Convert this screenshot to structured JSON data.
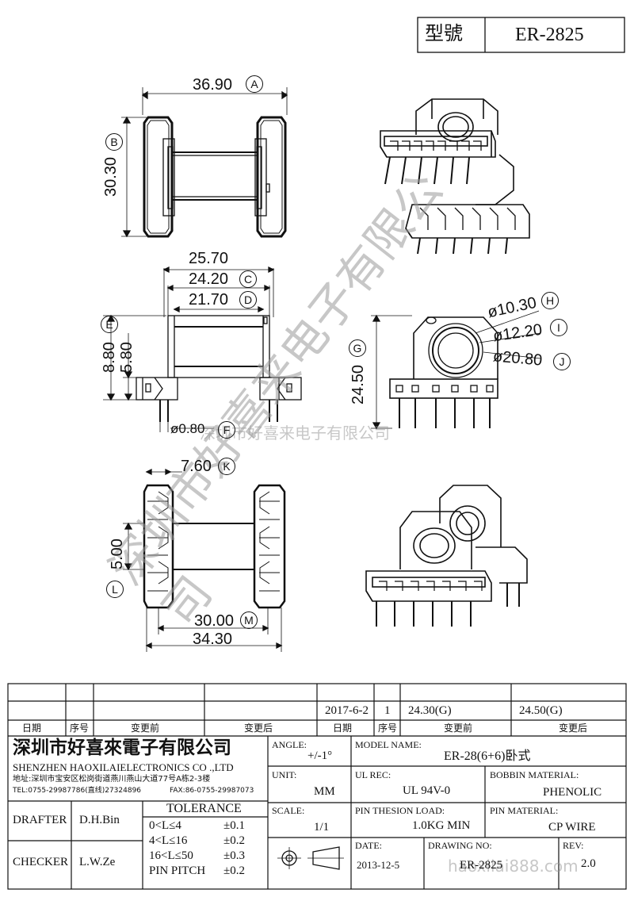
{
  "title_block": {
    "model_label": "型號",
    "model_value": "ER-2825"
  },
  "dimensions": {
    "A": "36.90",
    "B": "30.30",
    "C": "24.20",
    "D": "21.70",
    "E": "8.80",
    "E2": "5.80",
    "F": "ø0.80",
    "G": "24.50",
    "H": "ø10.30",
    "I": "ø12.20",
    "J": "ø20.80",
    "K": "7.60",
    "L": "5.00",
    "M": "30.00",
    "top_width": "25.70",
    "bottom_width": "34.30"
  },
  "letters": {
    "A": "A",
    "B": "B",
    "C": "C",
    "D": "D",
    "E": "E",
    "F": "F",
    "G": "G",
    "H": "H",
    "I": "I",
    "J": "J",
    "K": "K",
    "L": "L",
    "M": "M"
  },
  "watermark": {
    "diagonal": "深圳市好喜来电子有限公司",
    "horizontal": "深圳市好喜来电子有限公司",
    "url": "haoxilai888.com"
  },
  "revision": {
    "date": "2017-6-2",
    "seq": "1",
    "before_left": "24.30(G)",
    "after_left": "24.50(G)",
    "hdr_date": "日期",
    "hdr_seq": "序号",
    "hdr_before": "变更前",
    "hdr_after": "变更后"
  },
  "company": {
    "name_cn": "深圳市好喜來電子有限公司",
    "name_en": "SHENZHEN HAOXILAIELECTRONICS CO .,LTD",
    "address": "地址:深圳市宝安区松岗街道燕川燕山大道77号A栋2-3楼",
    "tel": "TEL:0755-29987786(直线)27324896",
    "fax": "FAX:86-0755-29987073"
  },
  "fields": {
    "angle_label": "ANGLE:",
    "angle_value": "+/-1°",
    "model_name_label": "MODEL NAME:",
    "model_name_value": "ER-28(6+6)卧式",
    "unit_label": "UNIT:",
    "unit_value": "MM",
    "ul_label": "UL REC:",
    "ul_value": "UL 94V-0",
    "bobbin_label": "BOBBIN MATERIAL:",
    "bobbin_value": "PHENOLIC",
    "scale_label": "SCALE:",
    "scale_value": "1/1",
    "load_label": "PIN THESION LOAD:",
    "load_value": "1.0KG MIN",
    "pin_mat_label": "PIN MATERIAL:",
    "pin_mat_value": "CP  WIRE",
    "date_label": "DATE:",
    "date_value": "2013-12-5",
    "drawing_label": "DRAWING NO:",
    "drawing_value": "ER-2825",
    "rev_label": "REV:",
    "rev_value": "2.0"
  },
  "people": {
    "drafter_label": "DRAFTER",
    "drafter": "D.H.Bin",
    "checker_label": "CHECKER",
    "checker": "L.W.Ze"
  },
  "tolerance": {
    "title": "TOLERANCE",
    "rows": [
      {
        "range": "0<L≤4",
        "tol": "±0.1"
      },
      {
        "range": "4<L≤16",
        "tol": "±0.2"
      },
      {
        "range": "16<L≤50",
        "tol": "±0.3"
      },
      {
        "range": "PIN PITCH",
        "tol": "±0.2"
      }
    ]
  }
}
